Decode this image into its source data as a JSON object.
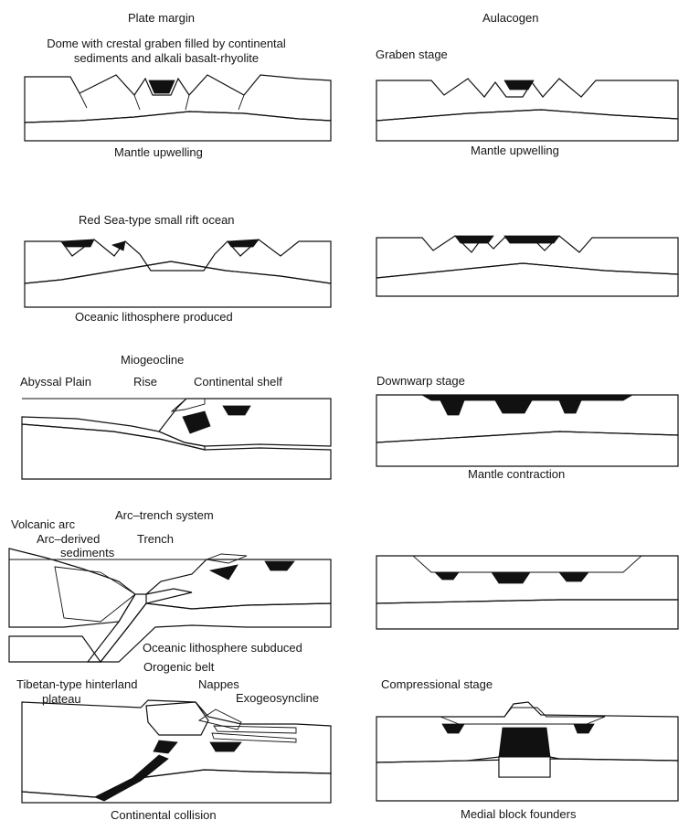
{
  "columns": {
    "left_title": "Plate margin",
    "right_title": "Aulacogen"
  },
  "left": {
    "p1": {
      "top": "Dome with crestal graben filled by continental",
      "top2": "sediments and alkali basalt-rhyolite",
      "bottom": "Mantle upwelling"
    },
    "p2": {
      "top": "Red Sea-type small rift ocean",
      "bottom": "Oceanic lithosphere produced"
    },
    "p3": {
      "title": "Miogeocline",
      "abyssal": "Abyssal Plain",
      "rise": "Rise",
      "shelf": "Continental shelf"
    },
    "p4": {
      "title": "Arc–trench system",
      "volcanic": "Volcanic arc",
      "arc_derived": "Arc–derived",
      "sediments": "sediments",
      "trench": "Trench",
      "bottom": "Oceanic lithosphere subduced"
    },
    "p5": {
      "title": "Orogenic belt",
      "tibetan": "Tibetan-type hinterland",
      "plateau": "plateau",
      "nappes": "Nappes",
      "exo": "Exogeosyncline",
      "bottom": "Continental collision"
    }
  },
  "right": {
    "p1": {
      "top": "Graben stage",
      "bottom": "Mantle upwelling"
    },
    "p3": {
      "top": "Downwarp stage",
      "bottom": "Mantle contraction"
    },
    "p5": {
      "top": "Compressional stage",
      "bottom": "Medial block founders"
    }
  }
}
